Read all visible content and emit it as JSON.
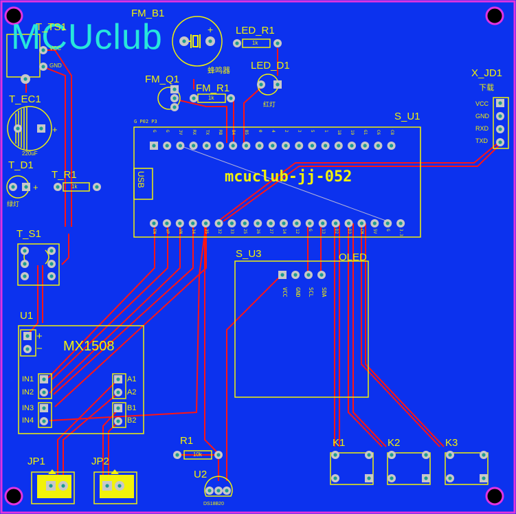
{
  "logo_text": "MCUclub",
  "board_marking": "mcuclub-jj-052",
  "usb_text": "USB",
  "designators": {
    "t_ts1": "T_TS1",
    "fm_b1": "FM_B1",
    "led_r1": "LED_R1",
    "led_d1": "LED_D1",
    "fm_q1": "FM_Q1",
    "fm_r1": "FM_R1",
    "t_ec1": "T_EC1",
    "t_d1": "T_D1",
    "t_r1": "T_R1",
    "t_s1": "T_S1",
    "s_u1": "S_U1",
    "x_jd1": "X_JD1",
    "s_u3": "S_U3",
    "oled": "OLED",
    "u1": "U1",
    "r1": "R1",
    "u2": "U2",
    "jp1": "JP1",
    "jp2": "JP2",
    "k1": "K1",
    "k2": "K2",
    "k3": "K3"
  },
  "silk": {
    "vcc": "VCC",
    "gnd": "GND",
    "buzzer": "蜂鸣器",
    "red_led": "红灯",
    "green_led": "绿灯",
    "capacitor_value": "220uF",
    "r_1k_a": "1k",
    "r_1k_b": "1k",
    "r_1k_c": "1k",
    "r_10k": "10k",
    "plus_a": "+",
    "plus_b": "+",
    "plus_c": "+",
    "sensor": "DS18B20",
    "download": "下载",
    "header_vcc": "VCC",
    "header_gnd": "GND",
    "header_rxd": "RXD",
    "header_txd": "TXD",
    "oled_vcc": "VCC",
    "oled_gnd": "GND",
    "oled_scl": "SCL",
    "oled_sda": "SDA",
    "mcu_top_note": "G P02 P3",
    "u1_plus": "+",
    "u1_minus": "−",
    "mx1508": "MX1508",
    "in1": "IN1",
    "in2": "IN2",
    "in3": "IN3",
    "in4": "IN4",
    "a1": "A1",
    "a2": "A2",
    "b1": "B1",
    "b2": "B2"
  },
  "mcu_top_pins": [
    "G",
    "G",
    "3V",
    "RX",
    "TX",
    "RB",
    "B4",
    "B5",
    "0",
    "4",
    "2",
    "3",
    "5",
    "1",
    "18",
    "19",
    "G1",
    "C6",
    "C8"
  ],
  "mcu_bottom_pins": [
    "EN",
    "VP",
    "VN",
    "34",
    "35",
    "32",
    "33",
    "25",
    "26",
    "27",
    "14",
    "12",
    "G",
    "13",
    "D2",
    "D3",
    "CM",
    "5V",
    "G",
    "3.3"
  ],
  "colors": {
    "board": "#0c32ee",
    "silkscreen": "#f2f20a",
    "trace": "#ff1414",
    "pad": "#c8c8c8",
    "logo": "#27e6dc",
    "board_edge": "#e033e0",
    "mount_hole": "#000000"
  },
  "icons": [
    "mount-hole-icon",
    "buzzer-icon",
    "led-icon",
    "transistor-icon",
    "capacitor-icon",
    "terminal-block-icon",
    "push-button-icon"
  ]
}
